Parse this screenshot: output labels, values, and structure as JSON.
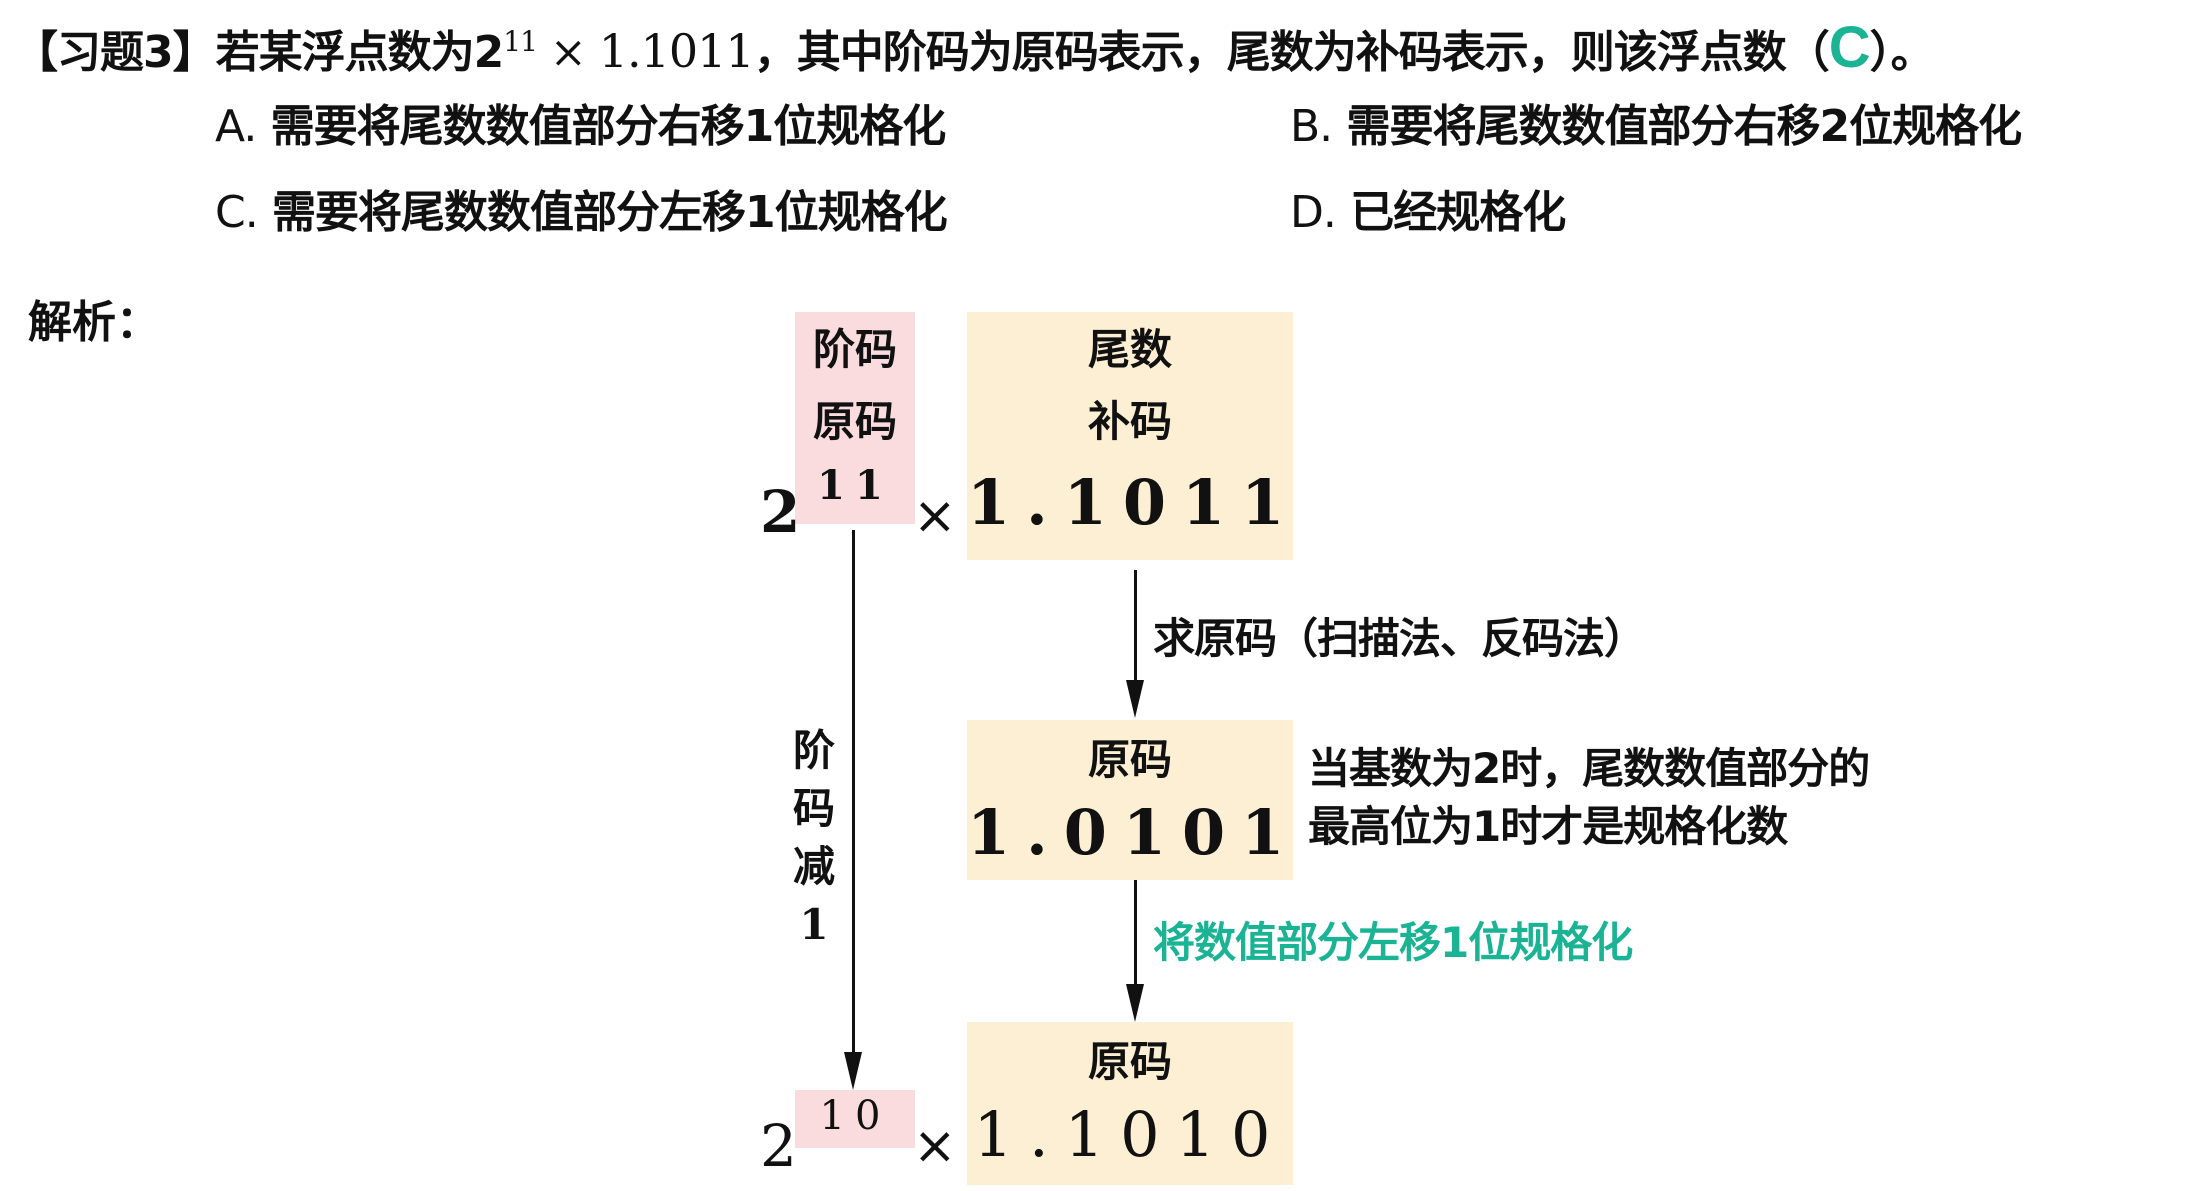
{
  "question": {
    "label": "【习题3】",
    "text_before": "若某浮点数为2",
    "exponent": "11",
    "text_times": " × ",
    "mantissa": "1.1011",
    "text_after": "，其中阶码为原码表示，尾数为补码表示，则该浮点数（",
    "answer": "C",
    "text_end": "）。",
    "answer_color": "#1ab394"
  },
  "options": [
    {
      "key": "A.",
      "text": "需要将尾数数值部分右移1位规格化"
    },
    {
      "key": "B.",
      "text": "需要将尾数数值部分右移2位规格化"
    },
    {
      "key": "C.",
      "text": "需要将尾数数值部分左移1位规格化"
    },
    {
      "key": "D.",
      "text": "已经规格化"
    }
  ],
  "analysis": {
    "heading": "解析：",
    "exponent_box": {
      "line1": "阶码",
      "line2": "原码",
      "value": "11",
      "color": "#fbdcde"
    },
    "base": "2",
    "times": "×",
    "mantissa_box": {
      "line1": "尾数",
      "line2": "补码",
      "value": "1.1011",
      "color": "#fdefd3"
    },
    "step1_label": "求原码（扫描法、反码法）",
    "mantissa_box2": {
      "line1": "原码",
      "value": "1.0101"
    },
    "note": [
      "当基数为2时，尾数数值部分的",
      "最高位为1时才是规格化数"
    ],
    "step2_label": "将数值部分左移1位规格化",
    "step2_color": "#1ab394",
    "exp_step_label": [
      "阶",
      "码",
      "减",
      "1"
    ],
    "result": {
      "base": "2",
      "exponent": "10",
      "times": "×",
      "mantissa_label": "原码",
      "mantissa": "1.1010"
    }
  }
}
